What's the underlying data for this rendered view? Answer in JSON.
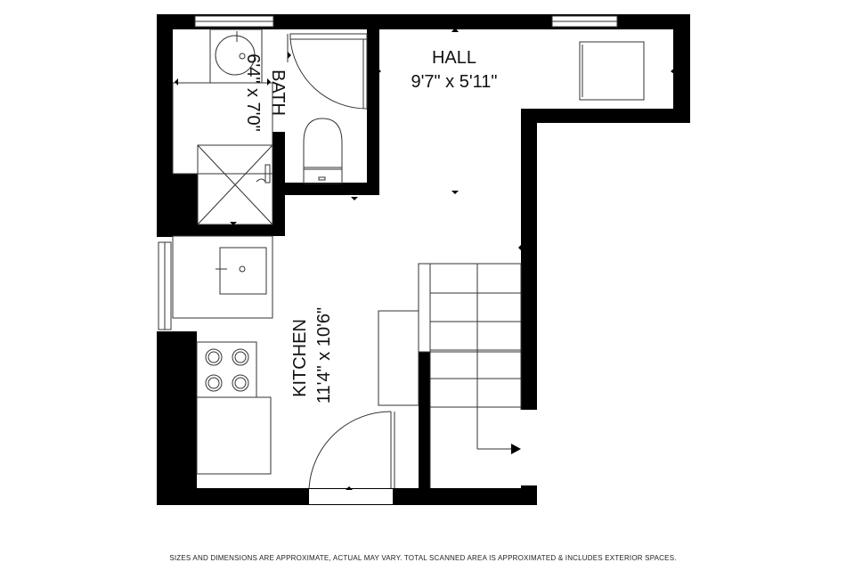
{
  "rooms": {
    "hall": {
      "name": "HALL",
      "dimensions": "9'7\" x 5'11\""
    },
    "bath": {
      "name": "BATH",
      "dimensions": "6'4\" x 7'0\""
    },
    "kitchen": {
      "name": "KITCHEN",
      "dimensions": "11'4\" x 10'6\""
    }
  },
  "footer": {
    "disclaimer": "SIZES AND DIMENSIONS ARE APPROXIMATE, ACTUAL MAY VARY. TOTAL SCANNED AREA IS APPROXIMATED & INCLUDES EXTERIOR SPACES."
  },
  "icons": [
    "toilet-icon",
    "sink-icon",
    "shower-icon",
    "stove-icon",
    "stairs-icon",
    "door-swing-icon",
    "window-icon"
  ],
  "colors": {
    "wall": "#000000",
    "fixture": "#333333",
    "background": "#ffffff"
  }
}
